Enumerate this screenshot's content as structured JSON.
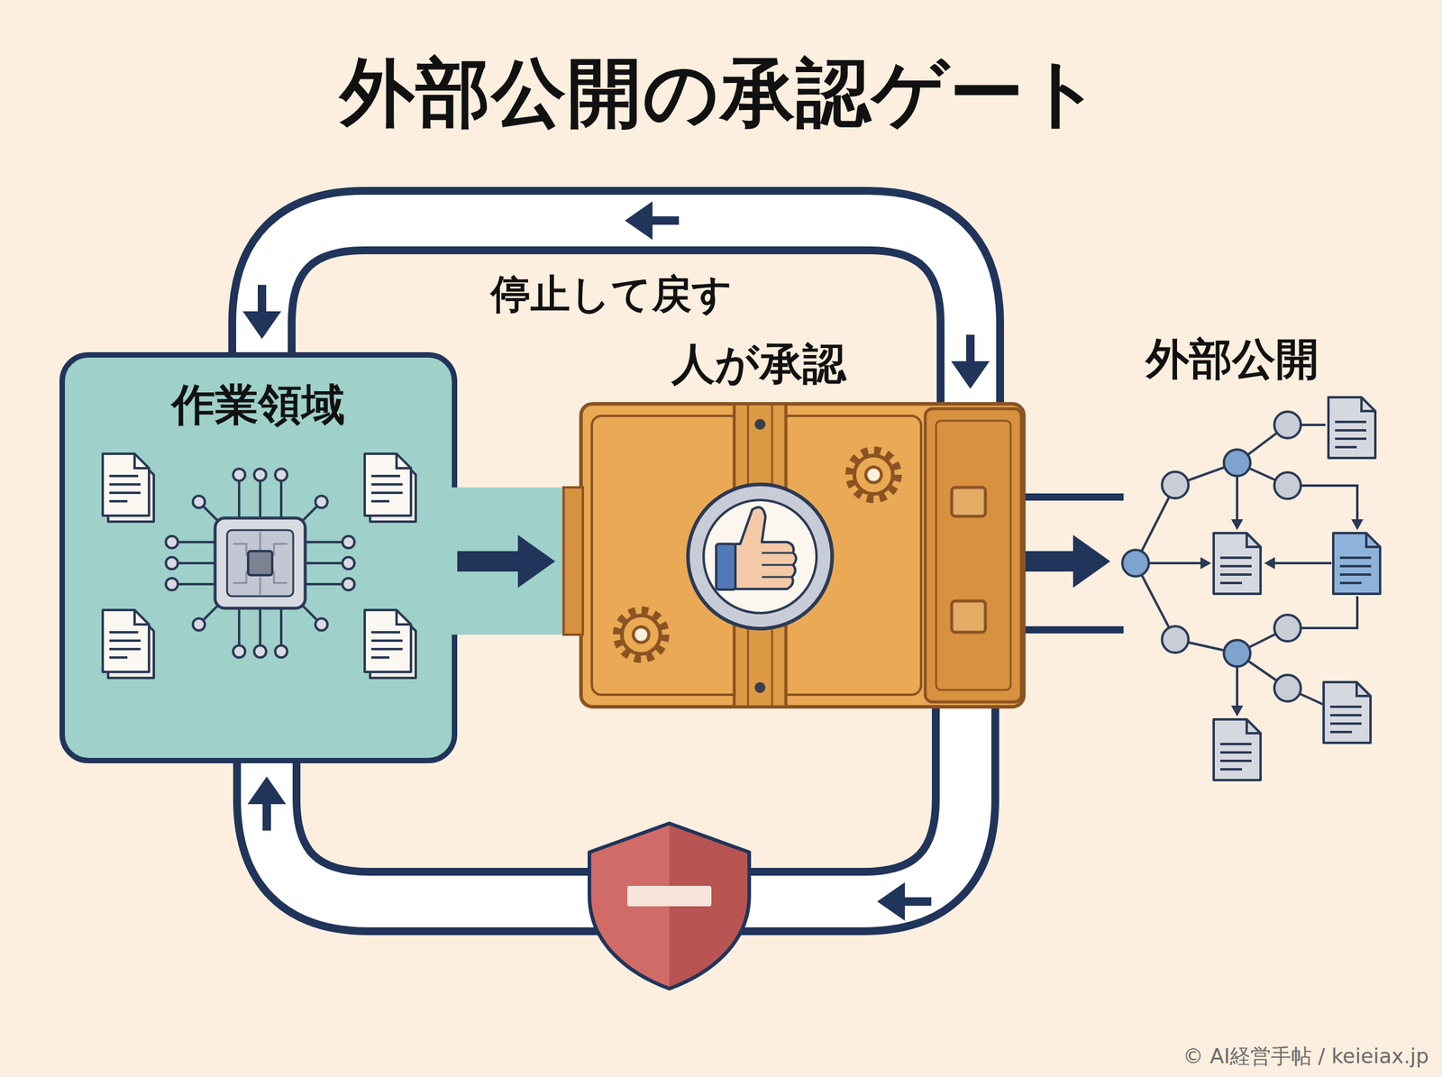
{
  "diagram": {
    "title": "外部公開の承認ゲート",
    "nodes": [
      {
        "text": [
          "作業領域"
        ]
      },
      {
        "text": [
          "人が承認"
        ]
      },
      {
        "text": [
          "外部公開"
        ]
      }
    ],
    "edges": [
      {
        "from": 0,
        "to": 1,
        "arrow": "to"
      },
      {
        "from": 1,
        "to": 2,
        "arrow": "to"
      },
      {
        "from": 1,
        "to": 0,
        "arrow": "both",
        "label": "停止して戻す"
      },
      {
        "from": 1,
        "to": 0,
        "arrow": "to"
      }
    ],
    "labels": [
      "© AI経営手帖 / keieiax.jp"
    ]
  }
}
